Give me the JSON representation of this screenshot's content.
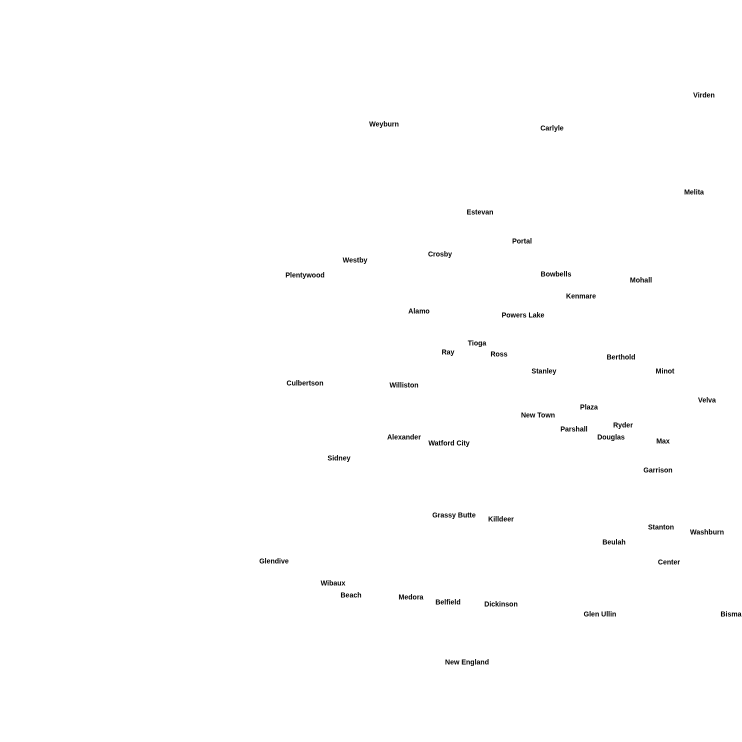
{
  "map": {
    "places": [
      {
        "id": "virden",
        "label": "Virden"
      },
      {
        "id": "weyburn",
        "label": "Weyburn"
      },
      {
        "id": "carlyle",
        "label": "Carlyle"
      },
      {
        "id": "melita",
        "label": "Melita"
      },
      {
        "id": "estevan",
        "label": "Estevan"
      },
      {
        "id": "portal",
        "label": "Portal"
      },
      {
        "id": "crosby",
        "label": "Crosby"
      },
      {
        "id": "westby",
        "label": "Westby"
      },
      {
        "id": "plentywood",
        "label": "Plentywood"
      },
      {
        "id": "bowbells",
        "label": "Bowbells"
      },
      {
        "id": "mohall",
        "label": "Mohall"
      },
      {
        "id": "kenmare",
        "label": "Kenmare"
      },
      {
        "id": "alamo",
        "label": "Alamo"
      },
      {
        "id": "powers-lake",
        "label": "Powers Lake"
      },
      {
        "id": "tioga",
        "label": "Tioga"
      },
      {
        "id": "ray",
        "label": "Ray"
      },
      {
        "id": "ross",
        "label": "Ross"
      },
      {
        "id": "berthold",
        "label": "Berthold"
      },
      {
        "id": "stanley",
        "label": "Stanley"
      },
      {
        "id": "minot",
        "label": "Minot"
      },
      {
        "id": "culbertson",
        "label": "Culbertson"
      },
      {
        "id": "williston",
        "label": "Williston"
      },
      {
        "id": "velva",
        "label": "Velva"
      },
      {
        "id": "plaza",
        "label": "Plaza"
      },
      {
        "id": "new-town",
        "label": "New Town"
      },
      {
        "id": "ryder",
        "label": "Ryder"
      },
      {
        "id": "parshall",
        "label": "Parshall"
      },
      {
        "id": "alexander",
        "label": "Alexander"
      },
      {
        "id": "douglas",
        "label": "Douglas"
      },
      {
        "id": "watford-city",
        "label": "Watford City"
      },
      {
        "id": "max",
        "label": "Max"
      },
      {
        "id": "sidney",
        "label": "Sidney"
      },
      {
        "id": "garrison",
        "label": "Garrison"
      },
      {
        "id": "grassy-butte",
        "label": "Grassy Butte"
      },
      {
        "id": "killdeer",
        "label": "Killdeer"
      },
      {
        "id": "stanton",
        "label": "Stanton"
      },
      {
        "id": "washburn",
        "label": "Washburn"
      },
      {
        "id": "beulah",
        "label": "Beulah"
      },
      {
        "id": "glendive",
        "label": "Glendive"
      },
      {
        "id": "center",
        "label": "Center"
      },
      {
        "id": "wibaux",
        "label": "Wibaux"
      },
      {
        "id": "beach",
        "label": "Beach"
      },
      {
        "id": "medora",
        "label": "Medora"
      },
      {
        "id": "belfield",
        "label": "Belfield"
      },
      {
        "id": "dickinson",
        "label": "Dickinson"
      },
      {
        "id": "glen-ullin",
        "label": "Glen Ullin"
      },
      {
        "id": "bisma",
        "label": "Bisma"
      },
      {
        "id": "new-england",
        "label": "New England"
      }
    ]
  }
}
